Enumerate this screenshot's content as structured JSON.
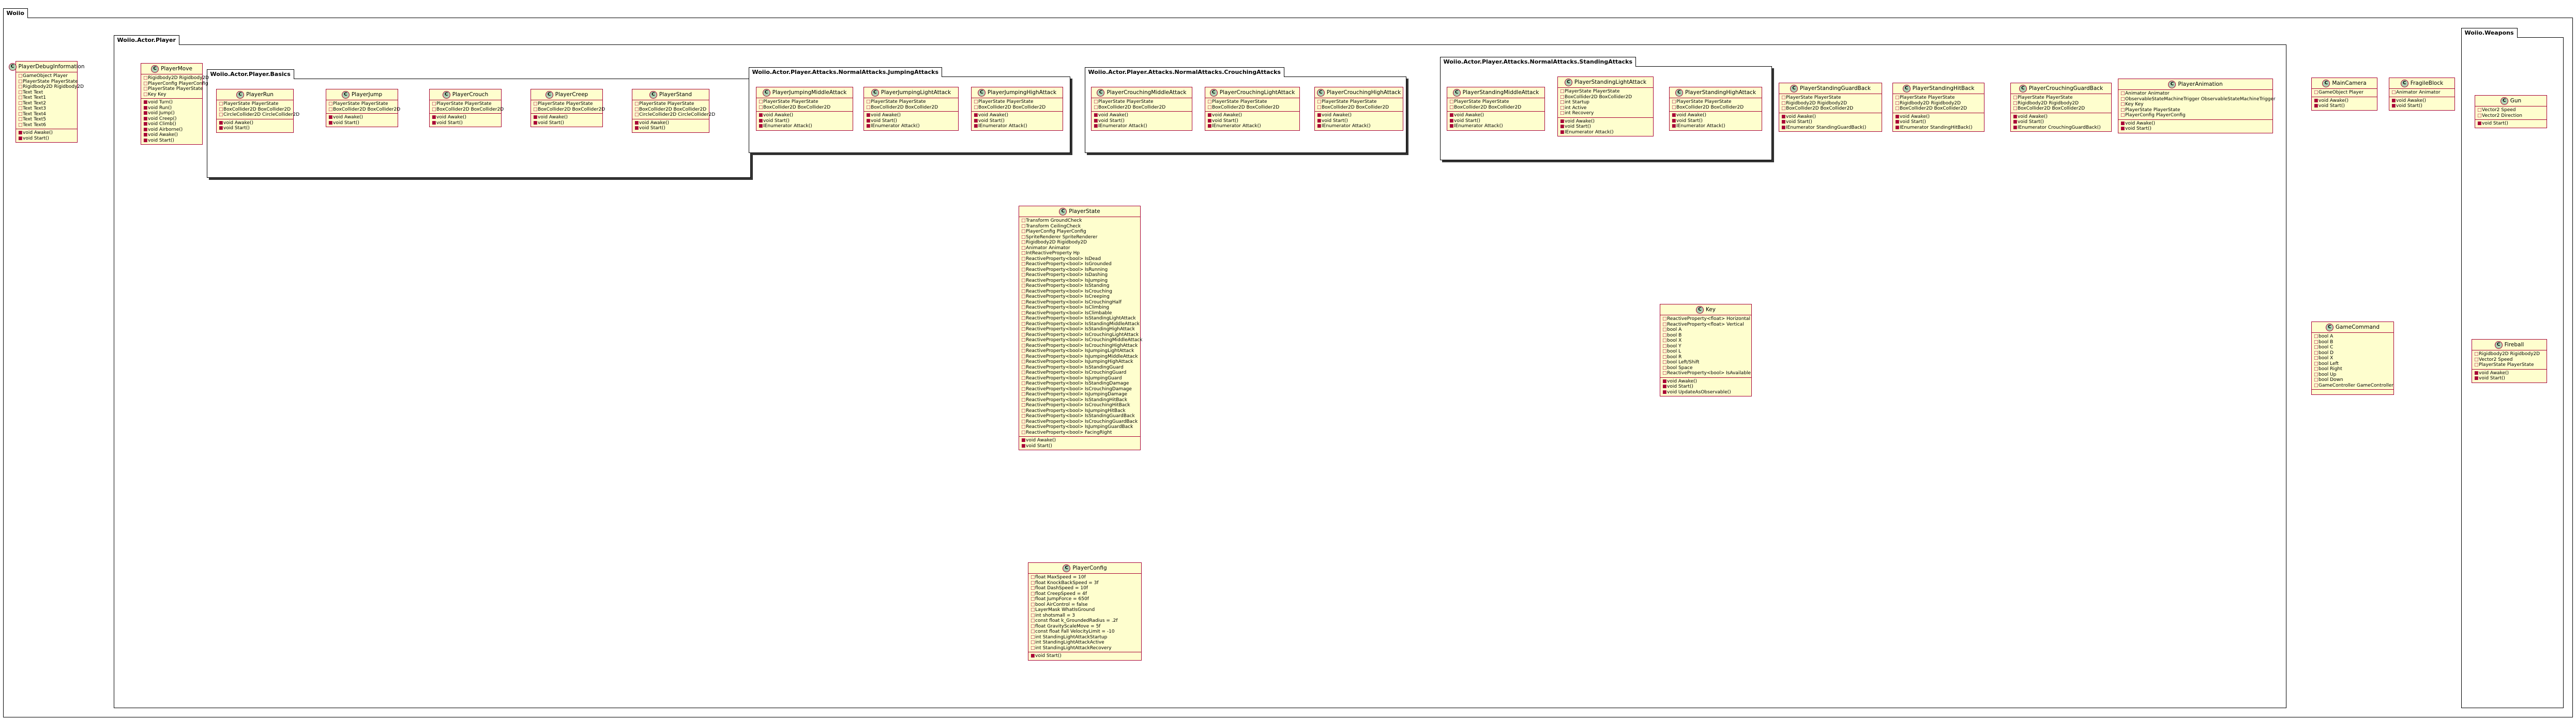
{
  "colors": {
    "class_fill": "#fefece",
    "class_border": "#a80036",
    "icon_fill": "#add1b2",
    "link": "#a80036"
  },
  "packages": {
    "root": "Woiio",
    "actor_player": "Woiio.Actor.Player",
    "basics": "Woiio.Actor.Player.Basics",
    "jumping": "Woiio.Actor.Player.Attacks.NormalAttacks.JumpingAttacks",
    "crouching": "Woiio.Actor.Player.Attacks.NormalAttacks.CrouchingAttacks",
    "standing": "Woiio.Actor.Player.Attacks.NormalAttacks.StandingAttacks",
    "weapons": "Woiio.Weapons"
  },
  "classes": [
    {
      "id": "PlayerDebugInformation",
      "icon": "C",
      "name": "PlayerDebugInformation",
      "fields": [
        "GameObject Player",
        "PlayerState PlayerState",
        "Rigidbody2D Rigidbody2D",
        "Text Text",
        "Text Text1",
        "Text Text2",
        "Text Text3",
        "Text Text4",
        "Text Text5",
        "Text Text6"
      ],
      "methods": [
        "void Awake()",
        "void Start()"
      ]
    },
    {
      "id": "PlayerMove",
      "icon": "C",
      "name": "PlayerMove",
      "fields": [
        "Rigidbody2D Rigidbody2D",
        "PlayerConfig PlayerConfig",
        "PlayerState PlayerState",
        "Key Key"
      ],
      "methods": [
        "void Turn()",
        "void Run()",
        "void Jump()",
        "void Creep()",
        "void Climb()",
        "void Airborne()",
        "void Awake()",
        "void Start()"
      ]
    },
    {
      "id": "PlayerRun",
      "icon": "C",
      "name": "PlayerRun",
      "fields": [
        "PlayerState PlayerState",
        "BoxCollider2D BoxCollider2D",
        "CircleCollider2D CircleCollider2D"
      ],
      "methods": [
        "void Awake()",
        "void Start()"
      ]
    },
    {
      "id": "PlayerJump",
      "icon": "C",
      "name": "PlayerJump",
      "fields": [
        "PlayerState PlayerState",
        "BoxCollider2D BoxCollider2D"
      ],
      "methods": [
        "void Awake()",
        "void Start()"
      ]
    },
    {
      "id": "PlayerCrouch",
      "icon": "C",
      "name": "PlayerCrouch",
      "fields": [
        "PlayerState PlayerState",
        "BoxCollider2D BoxCollider2D"
      ],
      "methods": [
        "void Awake()",
        "void Start()"
      ]
    },
    {
      "id": "PlayerCreep",
      "icon": "C",
      "name": "PlayerCreep",
      "fields": [
        "PlayerState PlayerState",
        "BoxCollider2D BoxCollider2D"
      ],
      "methods": [
        "void Awake()",
        "void Start()"
      ]
    },
    {
      "id": "PlayerStand",
      "icon": "C",
      "name": "PlayerStand",
      "fields": [
        "PlayerState PlayerState",
        "BoxCollider2D BoxCollider2D",
        "CircleCollider2D CircleCollider2D"
      ],
      "methods": [
        "void Awake()",
        "void Start()"
      ]
    },
    {
      "id": "PlayerJumpingMiddleAttack",
      "icon": "C",
      "name": "PlayerJumpingMiddleAttack",
      "fields": [
        "PlayerState PlayerState",
        "BoxCollider2D BoxCollider2D"
      ],
      "methods": [
        "void Awake()",
        "void Start()",
        "IEnumerator Attack()"
      ]
    },
    {
      "id": "PlayerJumpingLightAttack",
      "icon": "C",
      "name": "PlayerJumpingLightAttack",
      "fields": [
        "PlayerState PlayerState",
        "BoxCollider2D BoxCollider2D"
      ],
      "methods": [
        "void Awake()",
        "void Start()",
        "IEnumerator Attack()"
      ]
    },
    {
      "id": "PlayerJumpingHighAttack",
      "icon": "C",
      "name": "PlayerJumpingHighAttack",
      "fields": [
        "PlayerState PlayerState",
        "BoxCollider2D BoxCollider2D"
      ],
      "methods": [
        "void Awake()",
        "void Start()",
        "IEnumerator Attack()"
      ]
    },
    {
      "id": "PlayerCrouchingMiddleAttack",
      "icon": "C",
      "name": "PlayerCrouchingMiddleAttack",
      "fields": [
        "PlayerState PlayerState",
        "BoxCollider2D BoxCollider2D"
      ],
      "methods": [
        "void Awake()",
        "void Start()",
        "IEnumerator Attack()"
      ]
    },
    {
      "id": "PlayerCrouchingLightAttack",
      "icon": "C",
      "name": "PlayerCrouchingLightAttack",
      "fields": [
        "PlayerState PlayerState",
        "BoxCollider2D BoxCollider2D"
      ],
      "methods": [
        "void Awake()",
        "void Start()",
        "IEnumerator Attack()"
      ]
    },
    {
      "id": "PlayerCrouchingHighAttack",
      "icon": "C",
      "name": "PlayerCrouchingHighAttack",
      "fields": [
        "PlayerState PlayerState",
        "BoxCollider2D BoxCollider2D"
      ],
      "methods": [
        "void Awake()",
        "void Start()",
        "IEnumerator Attack()"
      ]
    },
    {
      "id": "PlayerStandingMiddleAttack",
      "icon": "C",
      "name": "PlayerStandingMiddleAttack",
      "fields": [
        "PlayerState PlayerState",
        "BoxCollider2D BoxCollider2D"
      ],
      "methods": [
        "void Awake()",
        "void Start()",
        "IEnumerator Attack()"
      ]
    },
    {
      "id": "PlayerStandingLightAttack",
      "icon": "C",
      "name": "PlayerStandingLightAttack",
      "fields": [
        "PlayerState PlayerState",
        "BoxCollider2D BoxCollider2D",
        "int Startup",
        "int Active",
        "int Recovery"
      ],
      "methods": [
        "void Awake()",
        "void Start()",
        "IEnumerator Attack()"
      ]
    },
    {
      "id": "PlayerStandingHighAttack",
      "icon": "C",
      "name": "PlayerStandingHighAttack",
      "fields": [
        "PlayerState PlayerState",
        "BoxCollider2D BoxCollider2D"
      ],
      "methods": [
        "void Awake()",
        "void Start()",
        "IEnumerator Attack()"
      ]
    },
    {
      "id": "PlayerStandingGuardBack",
      "icon": "C",
      "name": "PlayerStandingGuardBack",
      "fields": [
        "PlayerState PlayerState",
        "Rigidbody2D Rigidbody2D",
        "BoxCollider2D BoxCollider2D"
      ],
      "methods": [
        "void Awake()",
        "void Start()",
        "IEnumerator StandingGuardBack()"
      ]
    },
    {
      "id": "PlayerStandingHitBack",
      "icon": "C",
      "name": "PlayerStandingHitBack",
      "fields": [
        "PlayerState PlayerState",
        "Rigidbody2D Rigidbody2D",
        "BoxCollider2D BoxCollider2D"
      ],
      "methods": [
        "void Awake()",
        "void Start()",
        "IEnumerator StandingHitBack()"
      ]
    },
    {
      "id": "PlayerCrouchingGuardBack",
      "icon": "C",
      "name": "PlayerCrouchingGuardBack",
      "fields": [
        "PlayerState PlayerState",
        "Rigidbody2D Rigidbody2D",
        "BoxCollider2D BoxCollider2D"
      ],
      "methods": [
        "void Awake()",
        "void Start()",
        "IEnumerator CrouchingGuardBack()"
      ]
    },
    {
      "id": "PlayerAnimation",
      "icon": "C",
      "name": "PlayerAnimation",
      "fields": [
        "Animator Animator",
        "ObservableStateMachineTrigger ObservableStateMachineTrigger",
        "Key Key",
        "PlayerState PlayerState",
        "PlayerConfig PlayerConfig"
      ],
      "methods": [
        "void Awake()",
        "void Start()"
      ]
    },
    {
      "id": "PlayerState",
      "icon": "C",
      "name": "PlayerState",
      "fields": [
        "Transform GroundCheck",
        "Transform CeilingCheck",
        "PlayerConfig PlayerConfig",
        "SpriteRenderer SpriteRenderer",
        "Rigidbody2D Rigidbody2D",
        "Animator Animator",
        "IntReactiveProperty Hp",
        "ReactiveProperty<bool> IsDead",
        "ReactiveProperty<bool> IsGrounded",
        "ReactiveProperty<bool> IsRunning",
        "ReactiveProperty<bool> IsDashing",
        "ReactiveProperty<bool> IsJumping",
        "ReactiveProperty<bool> IsStanding",
        "ReactiveProperty<bool> IsCrouching",
        "ReactiveProperty<bool> IsCreeping",
        "ReactiveProperty<bool> IsCrouchingHalf",
        "ReactiveProperty<bool> IsClimbing",
        "ReactiveProperty<bool> IsClimbable",
        "ReactiveProperty<bool> IsStandingLightAttack",
        "ReactiveProperty<bool> IsStandingMiddleAttack",
        "ReactiveProperty<bool> IsStandingHighAttack",
        "ReactiveProperty<bool> IsCrouchingLightAttack",
        "ReactiveProperty<bool> IsCrouchingMiddleAttack",
        "ReactiveProperty<bool> IsCrouchingHighAttack",
        "ReactiveProperty<bool> IsJumpingLightAttack",
        "ReactiveProperty<bool> IsJumpingMiddleAttack",
        "ReactiveProperty<bool> IsJumpingHighAttack",
        "ReactiveProperty<bool> IsStandingGuard",
        "ReactiveProperty<bool> IsCrouchingGuard",
        "ReactiveProperty<bool> IsJumpingGuard",
        "ReactiveProperty<bool> IsStandingDamage",
        "ReactiveProperty<bool> IsCrouchingDamage",
        "ReactiveProperty<bool> IsJumpingDamage",
        "ReactiveProperty<bool> IsStandingHitBack",
        "ReactiveProperty<bool> IsCrouchingHitBack",
        "ReactiveProperty<bool> IsJumpingHitBack",
        "ReactiveProperty<bool> IsStandingGuardBack",
        "ReactiveProperty<bool> IsCrouchingGuardBack",
        "ReactiveProperty<bool> IsJumpingGuardBack",
        "ReactiveProperty<bool> FacingRight"
      ],
      "methods": [
        "void Awake()",
        "void Start()"
      ]
    },
    {
      "id": "Key",
      "icon": "C",
      "name": "Key",
      "fields": [
        "ReactiveProperty<float> Horizontal",
        "ReactiveProperty<float> Vertical",
        "bool A",
        "bool B",
        "bool X",
        "bool Y",
        "bool L",
        "bool R",
        "bool Left/Shift",
        "bool Space",
        "ReactiveProperty<bool> IsAvailable"
      ],
      "methods": [
        "void Awake()",
        "void Start()",
        "void UpdateAsObservable()"
      ]
    },
    {
      "id": "PlayerConfig",
      "icon": "C",
      "name": "PlayerConfig",
      "fields": [
        "float MaxSpeed = 10f",
        "float KnockBackSpeed = 3f",
        "float DashSpeed = 10f",
        "float CreepSpeed = 4f",
        "float JumpForce = 650f",
        "bool AirControl = false",
        "LayerMask WhatIsGround",
        "int shotsmall = 3",
        "const float k_GroundedRadius = .2f",
        "float GravityScaleMove = 5f",
        "const float Fall VelocityLimit = -10",
        "int StandingLightAttackStartup",
        "int StandingLightAttackActive",
        "int StandingLightAttackRecovery"
      ],
      "methods": [
        "void Start()"
      ]
    },
    {
      "id": "MainCamera",
      "icon": "C",
      "name": "MainCamera",
      "fields": [
        "GameObject Player"
      ],
      "methods": [
        "void Awake()",
        "void Start()"
      ]
    },
    {
      "id": "FragileBlock",
      "icon": "C",
      "name": "FragileBlock",
      "fields": [
        "Animator Animator"
      ],
      "methods": [
        "void Awake()",
        "void Start()"
      ]
    },
    {
      "id": "GameCommand",
      "icon": "C",
      "name": "GameCommand",
      "fields": [
        "bool A",
        "bool B",
        "bool C",
        "bool D",
        "bool X",
        "bool Left",
        "bool Right",
        "bool Up",
        "bool Down",
        "GameController GameController"
      ],
      "methods": []
    },
    {
      "id": "Gun",
      "icon": "C",
      "name": "Gun",
      "fields": [
        "Vector2 Speed",
        "Vector2 Direction"
      ],
      "methods": [
        "void Start()"
      ]
    },
    {
      "id": "Fireball",
      "icon": "C",
      "name": "Fireball",
      "fields": [
        "Rigidbody2D Rigidbody2D",
        "Vector2 Speed",
        "PlayerState PlayerState"
      ],
      "methods": [
        "void Awake()",
        "void Start()"
      ]
    }
  ]
}
